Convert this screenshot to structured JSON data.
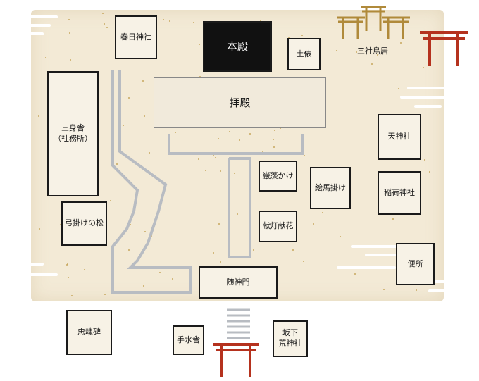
{
  "buildings": {
    "kasuga": "春日神社",
    "honden": "本殿",
    "jukai": "土俵",
    "sansha_torii": "三社鳥居",
    "haiden": "拝殿",
    "sanshinsha": "三身舎",
    "shamusho": "（社務所）",
    "tenjin": "天神社",
    "inari": "稲荷神社",
    "iwamo": "巌藻かけ",
    "ema": "絵馬掛け",
    "yumikake": "弓掛けの松",
    "kento": "献灯献花",
    "benjo": "便所",
    "zuishinmon": "随神門",
    "chukonhi": "忠魂碑",
    "temizuya": "手水舎",
    "sakashita_1": "坂下",
    "sakashita_2": "荒神社"
  },
  "colors": {
    "paper": "#f3ead6",
    "torii_red": "#b5321e",
    "torii_gold": "#b08a3a",
    "path_gray": "#b8bcc2",
    "cloud_white": "#ffffff"
  }
}
